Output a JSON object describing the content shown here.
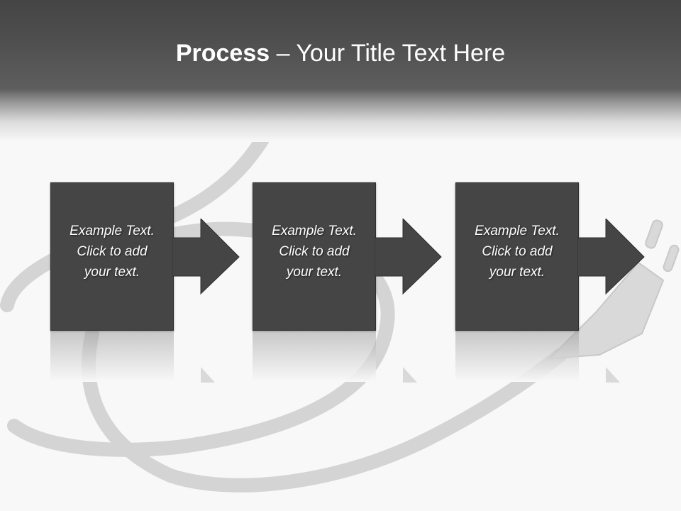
{
  "title": {
    "strong": "Process",
    "rest": " – Your Title Text Here"
  },
  "steps": [
    {
      "text": "Example Text.\nClick  to add\nyour text."
    },
    {
      "text": "Example Text.\nClick  to add\nyour text."
    },
    {
      "text": "Example Text.\nClick  to add\nyour text."
    }
  ],
  "colors": {
    "box": "#454545",
    "title_bar": "#4f4f4f",
    "background": "#f8f8f8",
    "cable": "#d2d2d2"
  },
  "background_image": "power-cable-plug"
}
